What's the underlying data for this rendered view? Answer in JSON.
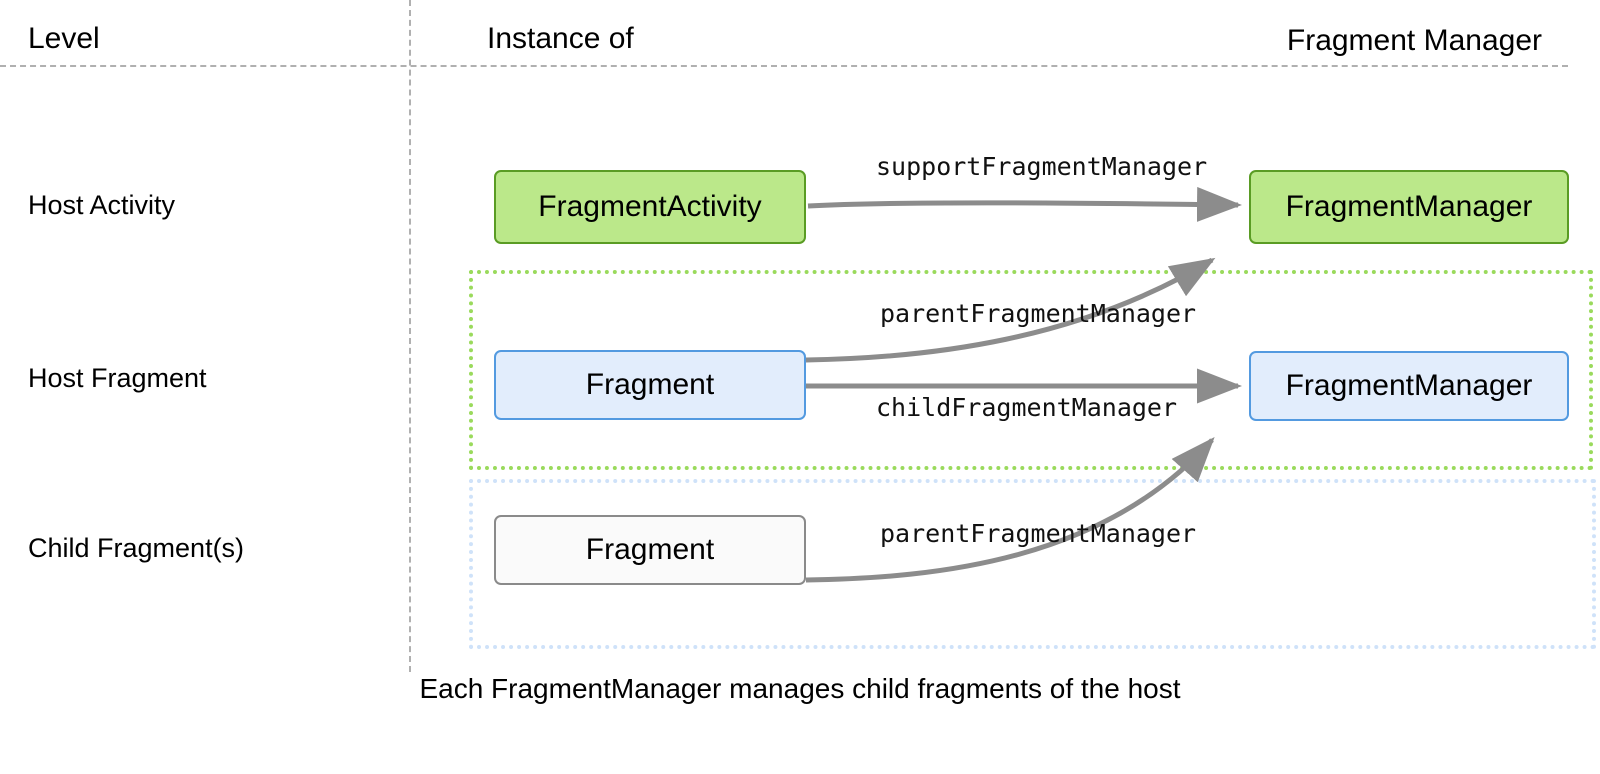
{
  "diagram": {
    "headers": {
      "level": "Level",
      "instance_of": "Instance of",
      "fragment_manager": "Fragment Manager"
    },
    "rows": [
      {
        "label": "Host Activity",
        "instance": "FragmentActivity",
        "manager": "FragmentManager"
      },
      {
        "label": "Host Fragment",
        "instance": "Fragment",
        "manager": "FragmentManager"
      },
      {
        "label": "Child Fragment(s)",
        "instance": "Fragment",
        "manager": ""
      }
    ],
    "edges": [
      {
        "name": "support-fragment-manager",
        "label": "supportFragmentManager",
        "from": "FragmentActivity",
        "to": "FragmentManager (activity)"
      },
      {
        "name": "parent-fragment-manager-host",
        "label": "parentFragmentManager",
        "from": "Fragment (host)",
        "to": "FragmentManager (activity)"
      },
      {
        "name": "child-fragment-manager",
        "label": "childFragmentManager",
        "from": "Fragment (host)",
        "to": "FragmentManager (host fragment)"
      },
      {
        "name": "parent-fragment-manager-child",
        "label": "parentFragmentManager",
        "from": "Fragment (child)",
        "to": "FragmentManager (host fragment)"
      }
    ],
    "groups": [
      {
        "name": "host-fragment-scope",
        "color": "#9ada5c"
      },
      {
        "name": "child-fragment-scope",
        "color": "#cfe2f9"
      }
    ],
    "caption": "Each FragmentManager manages child fragments of the host",
    "colors": {
      "green_fill": "#bbe88a",
      "green_border": "#5a9c24",
      "blue_fill": "#e2edfc",
      "blue_border": "#539ae0",
      "plain_fill": "#fafafa",
      "plain_border": "#8a8a8a",
      "arrow": "#8c8c8c",
      "guide_line": "#b0b0b0"
    }
  }
}
